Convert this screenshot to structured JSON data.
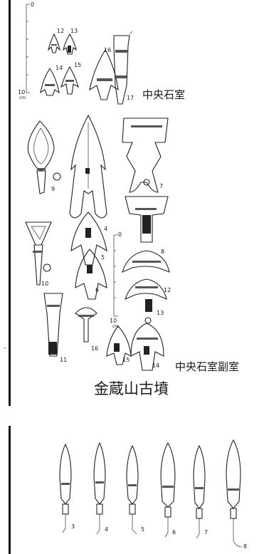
{
  "captions": {
    "central_chamber": "中央石室",
    "central_sub_chamber": "中央石室副室",
    "site_name": "金蔵山古墳"
  },
  "scale_top": {
    "zero": "0",
    "ten": "10",
    "unit": "cm"
  },
  "scale_mid": {
    "zero": "0",
    "ten": "10",
    "unit": "cm"
  },
  "figure_top": {
    "labels": [
      "12",
      "13",
      "14",
      "15",
      "16",
      "17"
    ]
  },
  "figure_mid": {
    "labels": [
      "9",
      "4",
      "7",
      "5",
      "8",
      "10",
      "6",
      "12",
      "13",
      "11",
      "16",
      "15",
      "14"
    ]
  },
  "figure_bottom": {
    "labels": [
      "3",
      "4",
      "5",
      "6",
      "7",
      "8"
    ]
  }
}
